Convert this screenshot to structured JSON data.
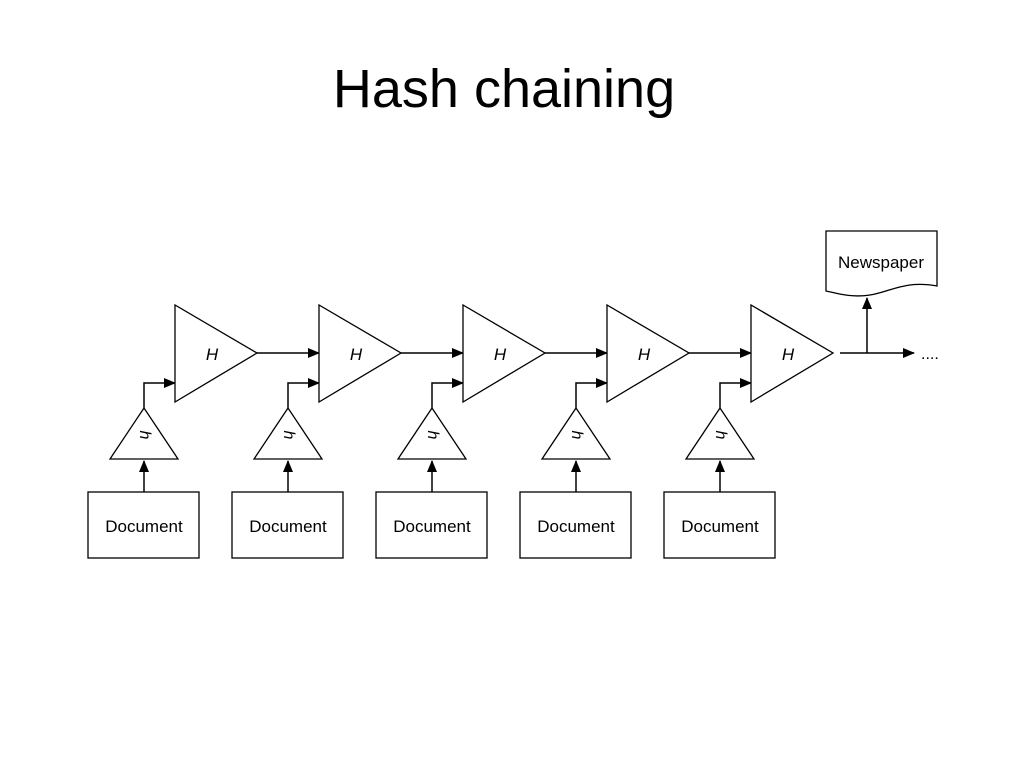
{
  "title": "Hash chaining",
  "document_label": "Document",
  "small_hash_label": "h",
  "big_hash_label": "H",
  "newspaper_label": "Newspaper",
  "continuation": "....",
  "stage_count": 5
}
